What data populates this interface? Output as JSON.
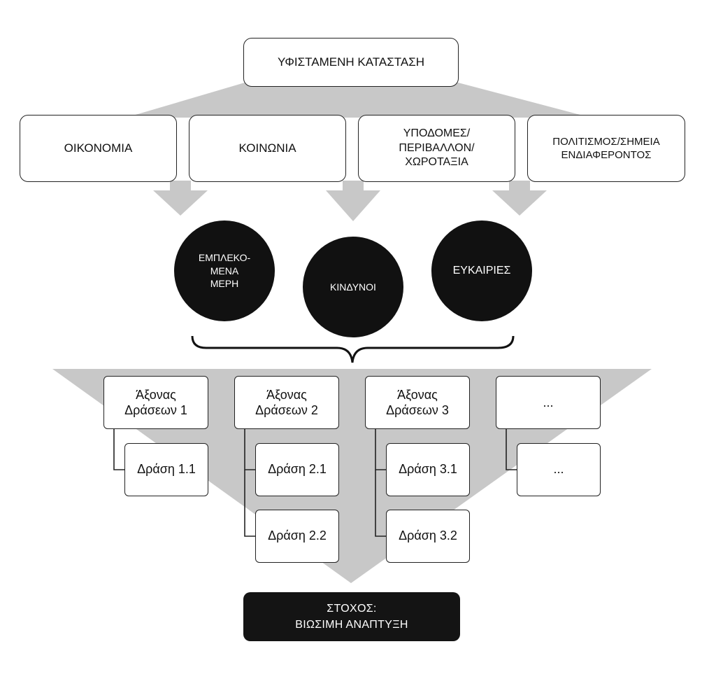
{
  "diagram": {
    "top_box": "ΥΦΙΣΤΑΜΕΝΗ ΚΑΤΑΣΤΑΣΗ",
    "categories": [
      "ΟΙΚΟΝΟΜΙΑ",
      "ΚΟΙΝΩΝΙΑ",
      "ΥΠΟΔΟΜΕΣ/\nΠΕΡΙΒΑΛΛΟΝ/\nΧΩΡΟΤΑΞΙΑ",
      "ΠΟΛΙΤΙΣΜΟΣ/ΣΗΜΕΙΑ\nΕΝΔΙΑΦΕΡΟΝΤΟΣ"
    ],
    "circles": [
      "ΕΜΠΛΕΚΟ-\nΜΕΝΑ\nΜΕΡΗ",
      "ΚΙΝΔΥΝΟΙ",
      "ΕΥΚΑΙΡΙΕΣ"
    ],
    "axes": [
      {
        "title": "Άξονας\nΔράσεων 1",
        "actions": [
          "Δράση 1.1"
        ]
      },
      {
        "title": "Άξονας\nΔράσεων 2",
        "actions": [
          "Δράση 2.1",
          "Δράση 2.2"
        ]
      },
      {
        "title": "Άξονας\nΔράσεων 3",
        "actions": [
          "Δράση 3.1",
          "Δράση 3.2"
        ]
      },
      {
        "title": "...",
        "actions": [
          "..."
        ]
      }
    ],
    "goal": "ΣΤΟΧΟΣ:\nΒΙΩΣΙΜΗ ΑΝΑΠΤΥΞΗ",
    "colors": {
      "arrow_fill": "#c8c8c8",
      "circle_fill": "#111111",
      "goal_fill": "#141414",
      "box_border": "#222222"
    }
  }
}
